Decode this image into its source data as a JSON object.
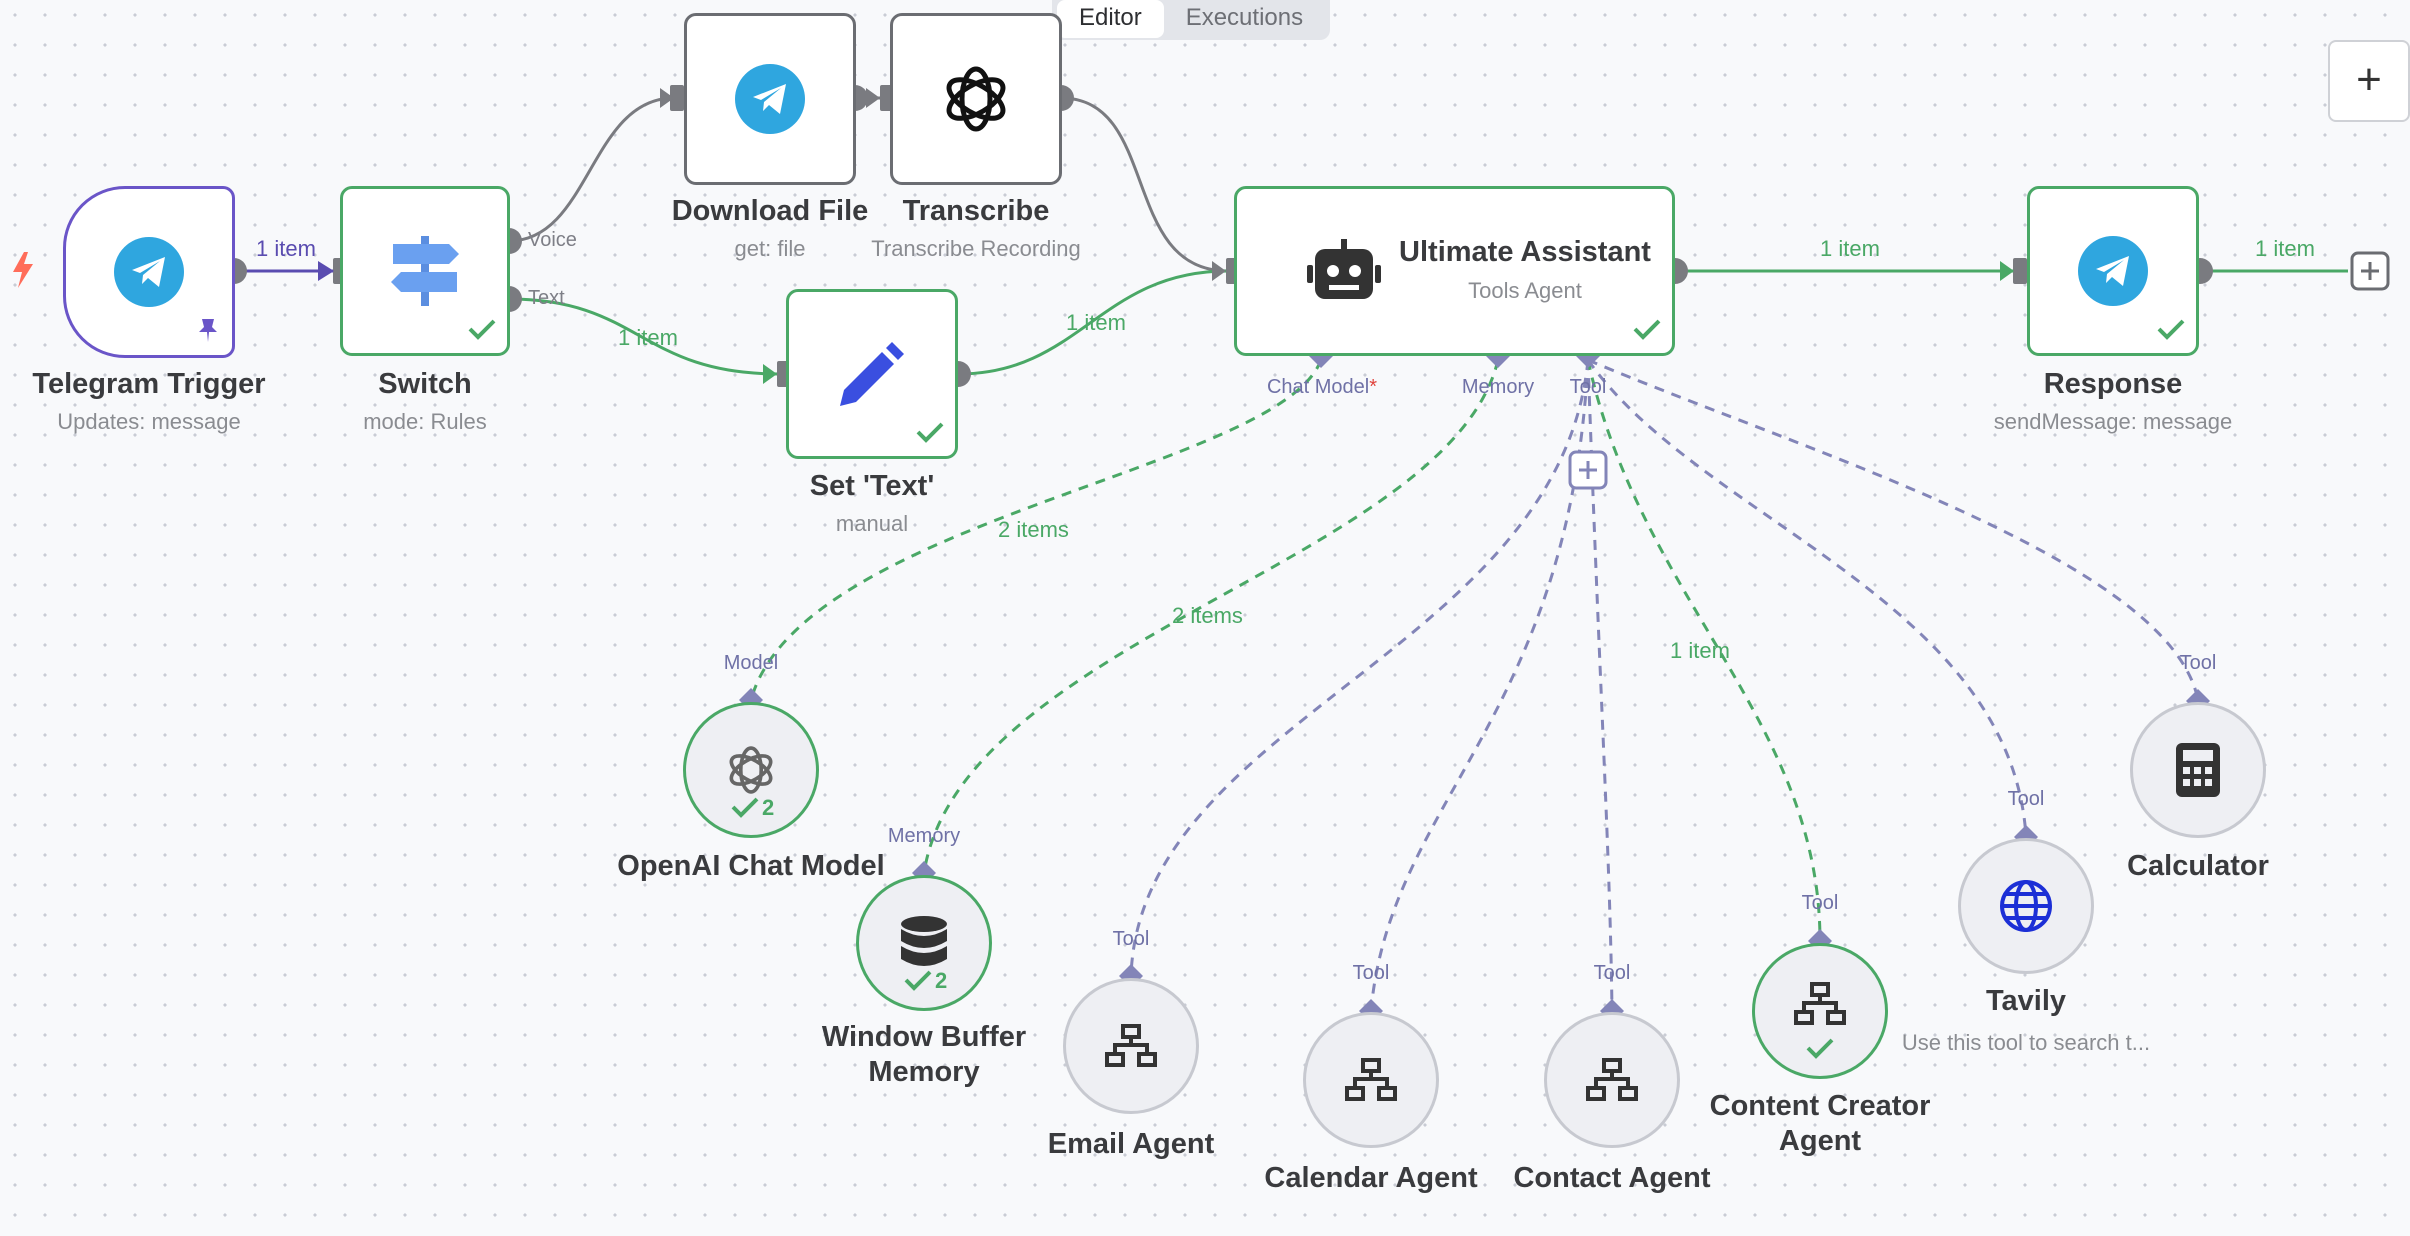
{
  "tabs": {
    "editor": "Editor",
    "executions": "Executions"
  },
  "toolbar": {
    "add_symbol": "+"
  },
  "nodes": {
    "telegram_trigger": {
      "title": "Telegram Trigger",
      "subtitle": "Updates: message"
    },
    "switch": {
      "title": "Switch",
      "subtitle": "mode: Rules",
      "outputs": {
        "voice": "Voice",
        "text": "Text"
      }
    },
    "download_file": {
      "title": "Download File",
      "subtitle": "get: file"
    },
    "transcribe": {
      "title": "Transcribe",
      "subtitle": "Transcribe Recording"
    },
    "set_text": {
      "title": "Set 'Text'",
      "subtitle": "manual"
    },
    "assistant": {
      "title": "Ultimate Assistant",
      "subtitle": "Tools Agent",
      "ports": {
        "chat_model": "Chat Model",
        "required_mark": "*",
        "memory": "Memory",
        "tool": "Tool"
      }
    },
    "response": {
      "title": "Response",
      "subtitle": "sendMessage: message"
    },
    "openai_chat_model": {
      "title": "OpenAI Chat Model",
      "port": "Model",
      "count": "2"
    },
    "window_buffer_memory": {
      "title": "Window Buffer Memory",
      "port": "Memory",
      "count": "2"
    },
    "email_agent": {
      "title": "Email Agent",
      "port": "Tool"
    },
    "calendar_agent": {
      "title": "Calendar Agent",
      "port": "Tool"
    },
    "contact_agent": {
      "title": "Contact Agent",
      "port": "Tool"
    },
    "content_creator_agent": {
      "title": "Content Creator Agent",
      "port": "Tool"
    },
    "tavily": {
      "title": "Tavily",
      "subtitle": "Use this tool to search t...",
      "port": "Tool"
    },
    "calculator": {
      "title": "Calculator",
      "port": "Tool"
    }
  },
  "edges": {
    "trigger_switch": "1 item",
    "switch_set": "1 item",
    "set_assistant": "1 item",
    "assistant_response": "1 item",
    "response_out": "1 item",
    "model_link": "2 items",
    "memory_link": "2 items",
    "content_creator_link": "1 item"
  },
  "colors": {
    "success": "#4aa866",
    "trigger": "#6a55c8",
    "tool_link": "#8385b8",
    "telegram": "#2fa6df"
  }
}
